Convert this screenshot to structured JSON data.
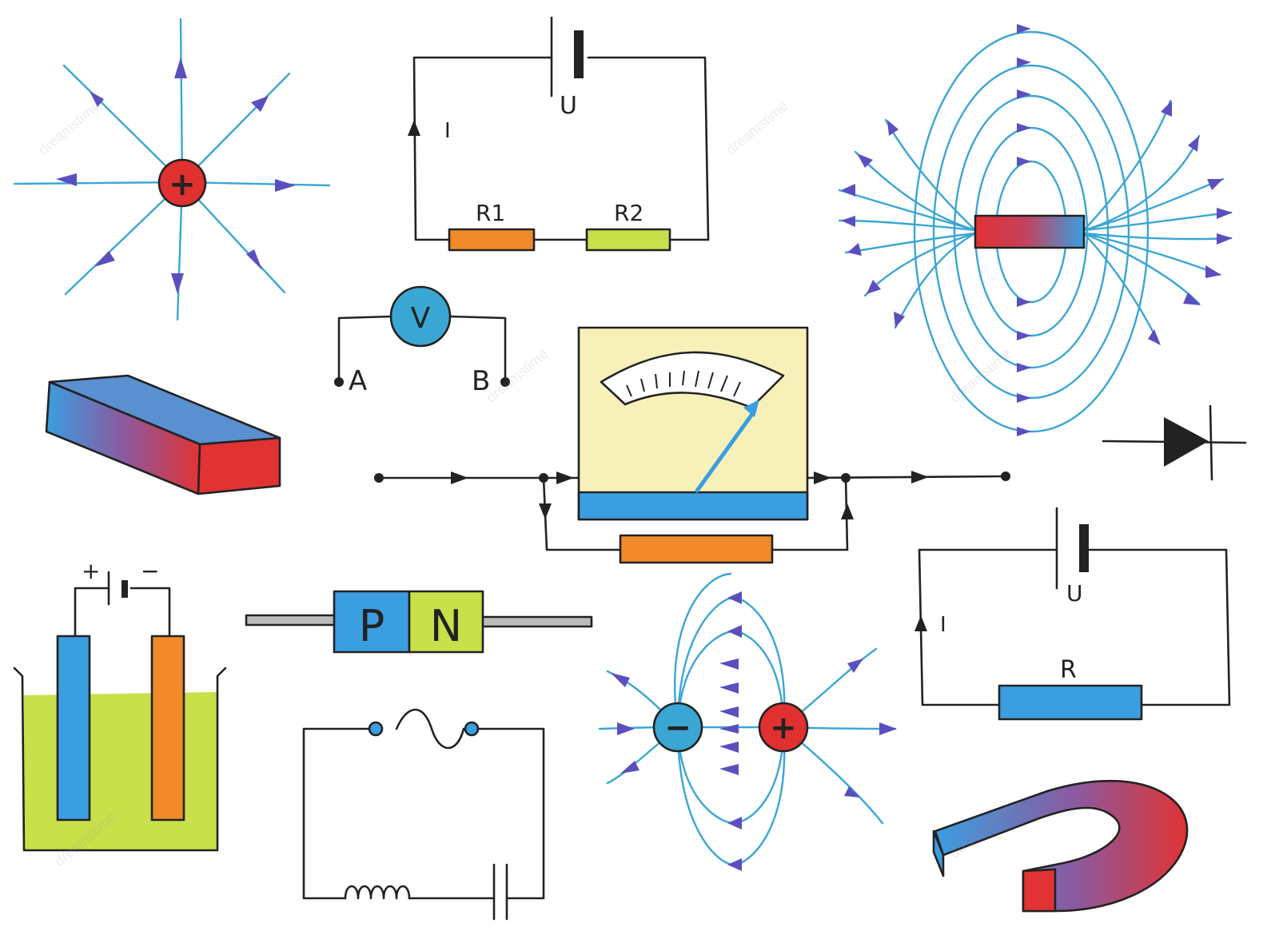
{
  "labels": {
    "circuit1_current": "I",
    "circuit1_voltage": "U",
    "resistor1": "R1",
    "resistor2": "R2",
    "voltmeter": "V",
    "terminal_a": "A",
    "terminal_b": "B",
    "diode_p": "P",
    "diode_n": "N",
    "circuit2_current": "I",
    "circuit2_voltage": "U",
    "resistor": "R",
    "cell_plus": "+",
    "cell_minus": "−",
    "positive_charge": "+",
    "negative_charge": "−"
  },
  "watermark": "dreamstime",
  "colors": {
    "ink": "#222222",
    "field_line": "#3aa6d4",
    "arrow": "#5b4fbf",
    "charge_positive": "#e03030",
    "charge_negative": "#3aa6d4",
    "magnet_red": "#e13334",
    "magnet_blue": "#3a9ee0",
    "resistor_orange": "#f08a2b",
    "resistor_lime": "#c8e04a",
    "meter_face": "#f7f0b8",
    "electrolyte": "#c8e04a"
  }
}
